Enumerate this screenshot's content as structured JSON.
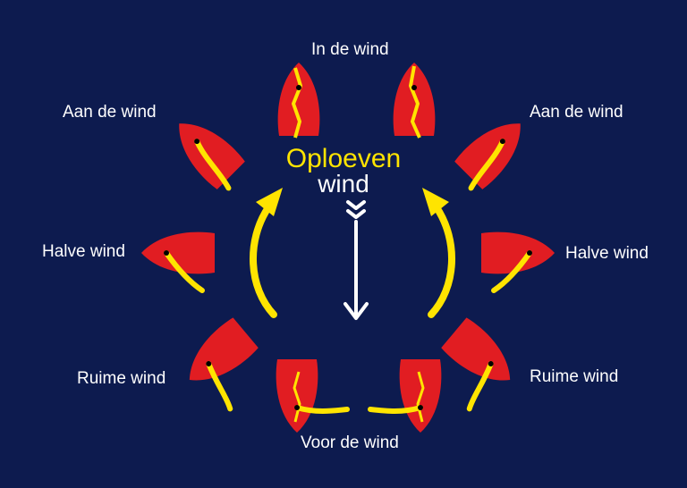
{
  "title": "Oploeven",
  "wind_label": "wind",
  "labels": {
    "in_de_wind": "In de wind",
    "aan_de_wind": "Aan de wind",
    "halve_wind": "Halve wind",
    "ruime_wind": "Ruime wind",
    "voor_de_wind": "Voor de wind"
  },
  "colors": {
    "background": "#0d1b4f",
    "hull": "#e11d22",
    "sail": "#ffe400",
    "wind_arrow": "#ffffff",
    "text": "#ffffff",
    "title": "#ffe400"
  }
}
